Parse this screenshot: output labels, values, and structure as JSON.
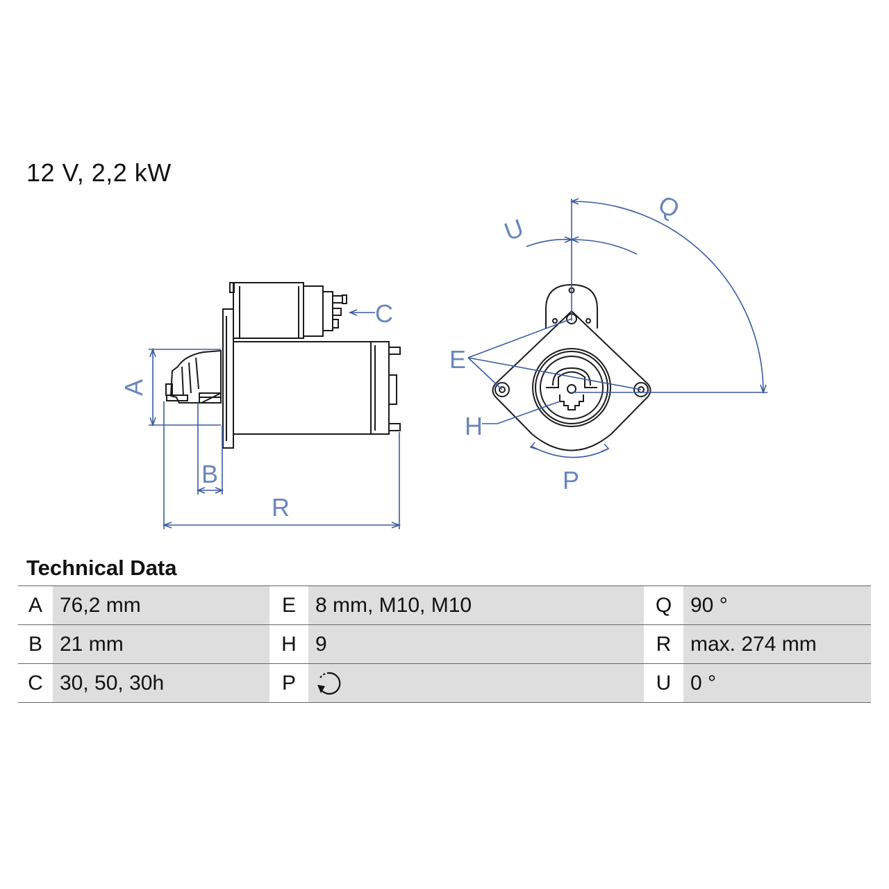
{
  "header": {
    "title": "12 V, 2,2 kW"
  },
  "diagram": {
    "labels": {
      "A": "A",
      "B": "B",
      "C": "C",
      "E": "E",
      "H": "H",
      "P": "P",
      "Q": "Q",
      "R": "R",
      "U": "U"
    },
    "colors": {
      "dimension_line": "#3a5aa0",
      "outline": "#1a1a1a"
    }
  },
  "technical_data": {
    "title": "Technical Data",
    "rows": [
      {
        "k1": "A",
        "v1": "76,2 mm",
        "k2": "E",
        "v2": "8 mm, M10, M10",
        "k3": "Q",
        "v3": "90 °"
      },
      {
        "k1": "B",
        "v1": "21 mm",
        "k2": "H",
        "v2": "9",
        "k3": "R",
        "v3": "max. 274 mm"
      },
      {
        "k1": "C",
        "v1": "30, 50, 30h",
        "k2": "P",
        "v2_icon": "counterclockwise-rotation-icon",
        "k3": "U",
        "v3": "0 °"
      }
    ]
  }
}
